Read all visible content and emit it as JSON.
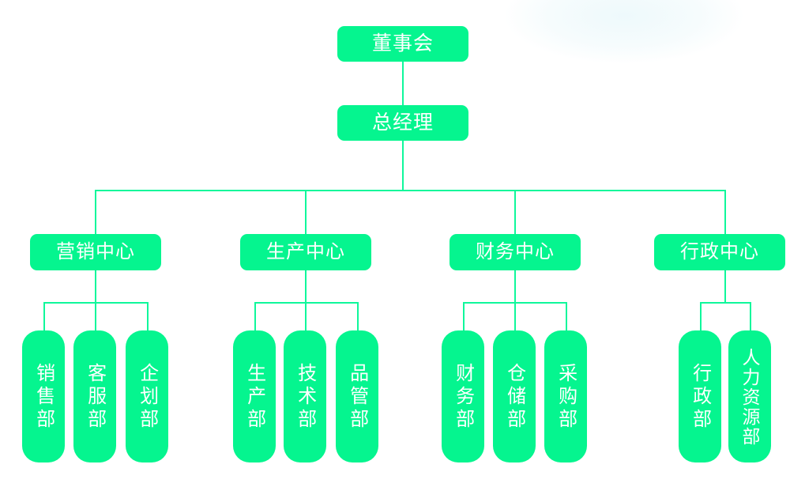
{
  "chart_data": {
    "type": "diagram",
    "diagram_type": "organization-chart",
    "title": "",
    "orientation": "top-down",
    "node_color": "#05F58F",
    "connector_color": "#0FF79B",
    "label_color": "#ffffff",
    "background_color": "#ffffff",
    "levels": 4,
    "nodes": [
      {
        "id": "board",
        "label": "董事会",
        "level": 0,
        "parent": null,
        "orientation": "horizontal"
      },
      {
        "id": "gm",
        "label": "总经理",
        "level": 1,
        "parent": "board",
        "orientation": "horizontal"
      },
      {
        "id": "marketing",
        "label": "营销中心",
        "level": 2,
        "parent": "gm",
        "orientation": "horizontal"
      },
      {
        "id": "production",
        "label": "生产中心",
        "level": 2,
        "parent": "gm",
        "orientation": "horizontal"
      },
      {
        "id": "finance",
        "label": "财务中心",
        "level": 2,
        "parent": "gm",
        "orientation": "horizontal"
      },
      {
        "id": "admin",
        "label": "行政中心",
        "level": 2,
        "parent": "gm",
        "orientation": "horizontal"
      },
      {
        "id": "sales",
        "label": "销售部",
        "level": 3,
        "parent": "marketing",
        "orientation": "vertical"
      },
      {
        "id": "service",
        "label": "客服部",
        "level": 3,
        "parent": "marketing",
        "orientation": "vertical"
      },
      {
        "id": "planning",
        "label": "企划部",
        "level": 3,
        "parent": "marketing",
        "orientation": "vertical"
      },
      {
        "id": "manufact",
        "label": "生产部",
        "level": 3,
        "parent": "production",
        "orientation": "vertical"
      },
      {
        "id": "tech",
        "label": "技术部",
        "level": 3,
        "parent": "production",
        "orientation": "vertical"
      },
      {
        "id": "quality",
        "label": "品管部",
        "level": 3,
        "parent": "production",
        "orientation": "vertical"
      },
      {
        "id": "accounting",
        "label": "财务部",
        "level": 3,
        "parent": "finance",
        "orientation": "vertical"
      },
      {
        "id": "warehouse",
        "label": "仓储部",
        "level": 3,
        "parent": "finance",
        "orientation": "vertical"
      },
      {
        "id": "purchasing",
        "label": "采购部",
        "level": 3,
        "parent": "finance",
        "orientation": "vertical"
      },
      {
        "id": "administration",
        "label": "行政部",
        "level": 3,
        "parent": "admin",
        "orientation": "vertical"
      },
      {
        "id": "hr",
        "label": "人力资源部",
        "level": 3,
        "parent": "admin",
        "orientation": "vertical"
      }
    ]
  },
  "chart": {
    "root": {
      "label": "董事会"
    },
    "gm": {
      "label": "总经理"
    },
    "centers": [
      {
        "label": "营销中心",
        "children": [
          {
            "label": "销售部"
          },
          {
            "label": "客服部"
          },
          {
            "label": "企划部"
          }
        ]
      },
      {
        "label": "生产中心",
        "children": [
          {
            "label": "生产部"
          },
          {
            "label": "技术部"
          },
          {
            "label": "品管部"
          }
        ]
      },
      {
        "label": "财务中心",
        "children": [
          {
            "label": "财务部"
          },
          {
            "label": "仓储部"
          },
          {
            "label": "采购部"
          }
        ]
      },
      {
        "label": "行政中心",
        "children": [
          {
            "label": "行政部"
          },
          {
            "label": "人力资源部"
          }
        ]
      }
    ]
  }
}
